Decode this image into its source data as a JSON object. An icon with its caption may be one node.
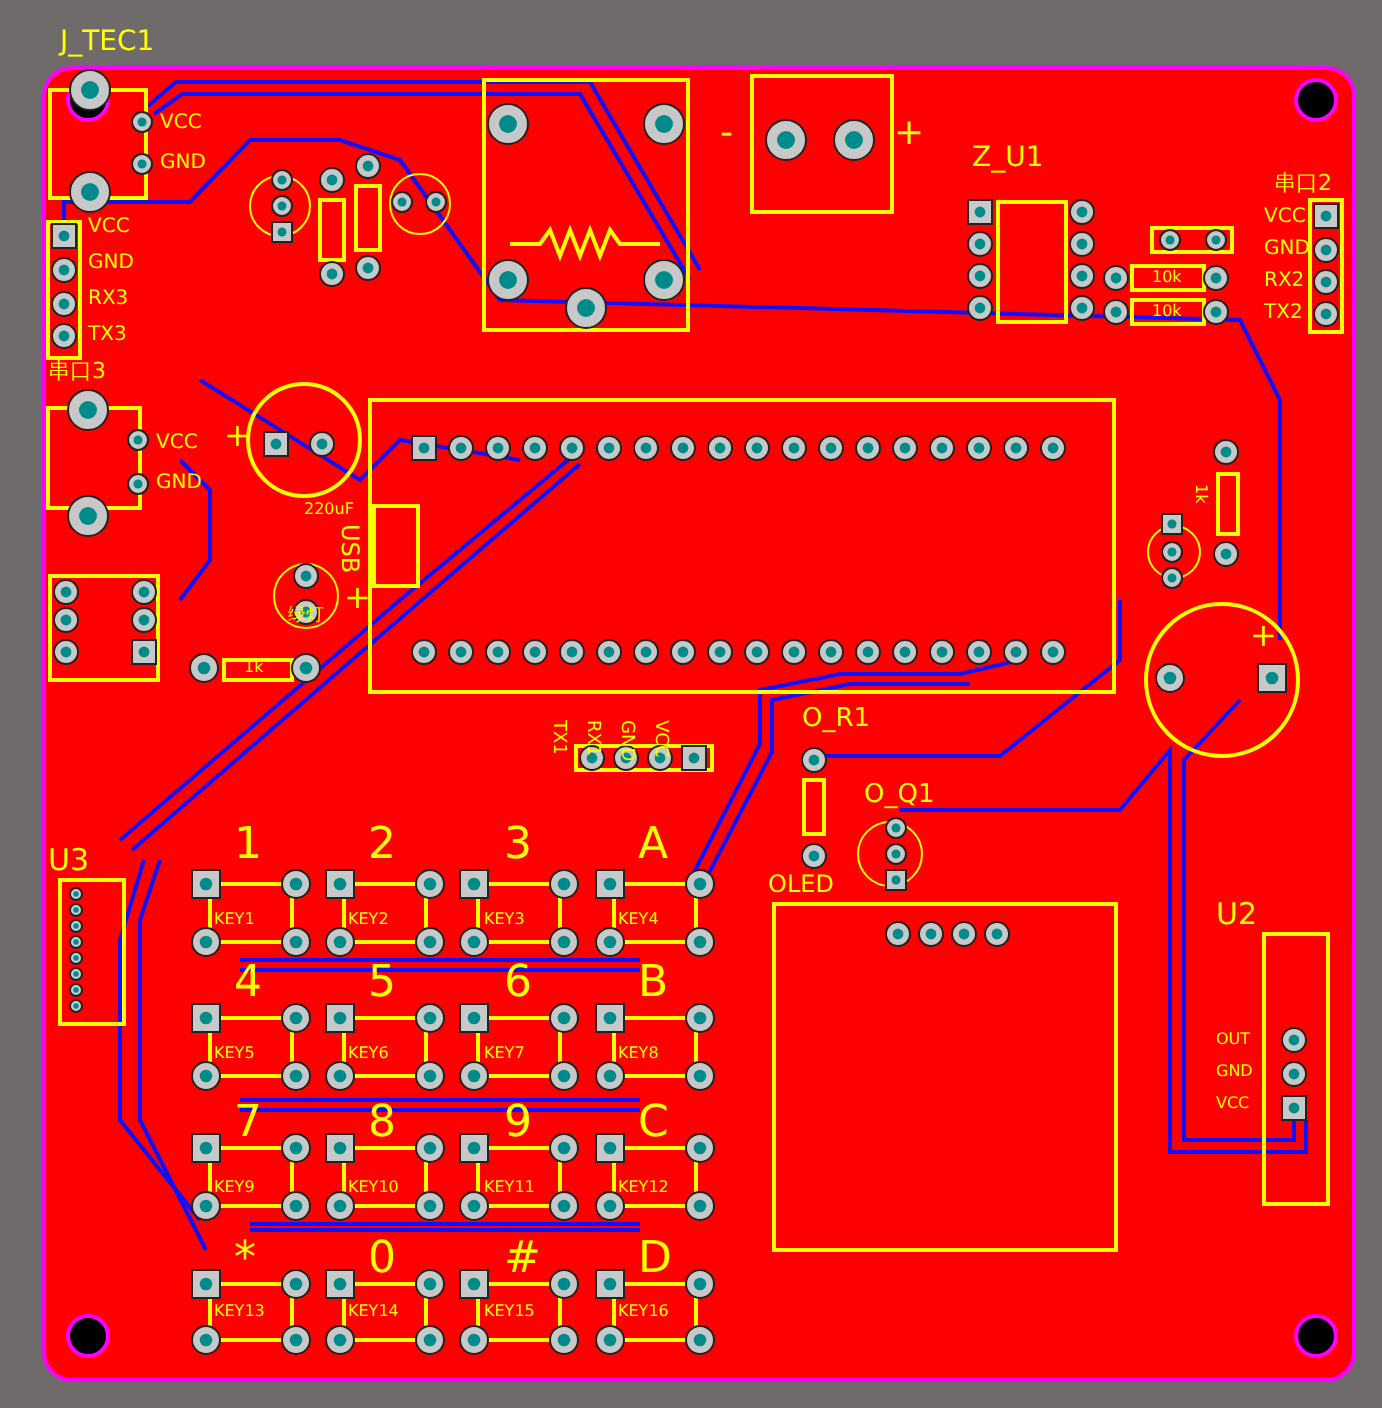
{
  "diagram": {
    "labels": [
      "J_TEC1",
      "VCC",
      "GND",
      "VCC",
      "GND",
      "RX3",
      "TX3",
      "串口3",
      "VCC",
      "GND",
      "220uF",
      "USB",
      "绿灯",
      "1k",
      "TX1",
      "RX1",
      "GND",
      "VCC",
      "Z_U1",
      "串口2",
      "VCC",
      "GND",
      "RX2",
      "TX2",
      "10k",
      "10k",
      "-",
      "+",
      "+",
      "+",
      "1k",
      "+",
      "O_R1",
      "O_Q1",
      "OLED",
      "U3",
      "U2",
      "OUT",
      "GND",
      "VCC",
      "1",
      "2",
      "3",
      "A",
      "KEY1",
      "KEY2",
      "KEY3",
      "KEY4",
      "4",
      "5",
      "6",
      "B",
      "KEY5",
      "KEY6",
      "KEY7",
      "KEY8",
      "7",
      "8",
      "9",
      "C",
      "KEY9",
      "KEY10",
      "KEY11",
      "KEY12",
      "*",
      "0",
      "#",
      "D",
      "KEY13",
      "KEY14",
      "KEY15",
      "KEY16"
    ]
  }
}
